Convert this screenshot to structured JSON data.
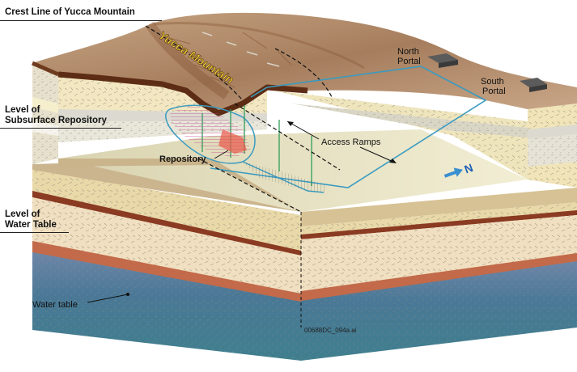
{
  "labels": {
    "crest_line": "Crest Line of Yucca Mountain",
    "subsurface_level_line1": "Level of",
    "subsurface_level_line2": "Subsurface Repository",
    "water_table_level_line1": "Level of",
    "water_table_level_line2": "Water Table",
    "mountain_name": "Yucca Mountain",
    "north_portal_line1": "North",
    "north_portal_line2": "Portal",
    "south_portal_line1": "South",
    "south_portal_line2": "Portal",
    "access_ramps": "Access Ramps",
    "repository": "Repository",
    "water_table": "Water table",
    "north_arrow": "N",
    "file_id": "00688DC_094a.ai"
  },
  "colors": {
    "terrain": "#b08a6a",
    "terrain_dark": "#6e3b1f",
    "cap_rock": "#f1e8c8",
    "tuff_gray": "#dcdad0",
    "repository_floor": "#ece8c9",
    "saturated_zone": "#4d7d95",
    "ramp_line": "#3a9bc0",
    "repository_hatch": "#c23a8e"
  }
}
